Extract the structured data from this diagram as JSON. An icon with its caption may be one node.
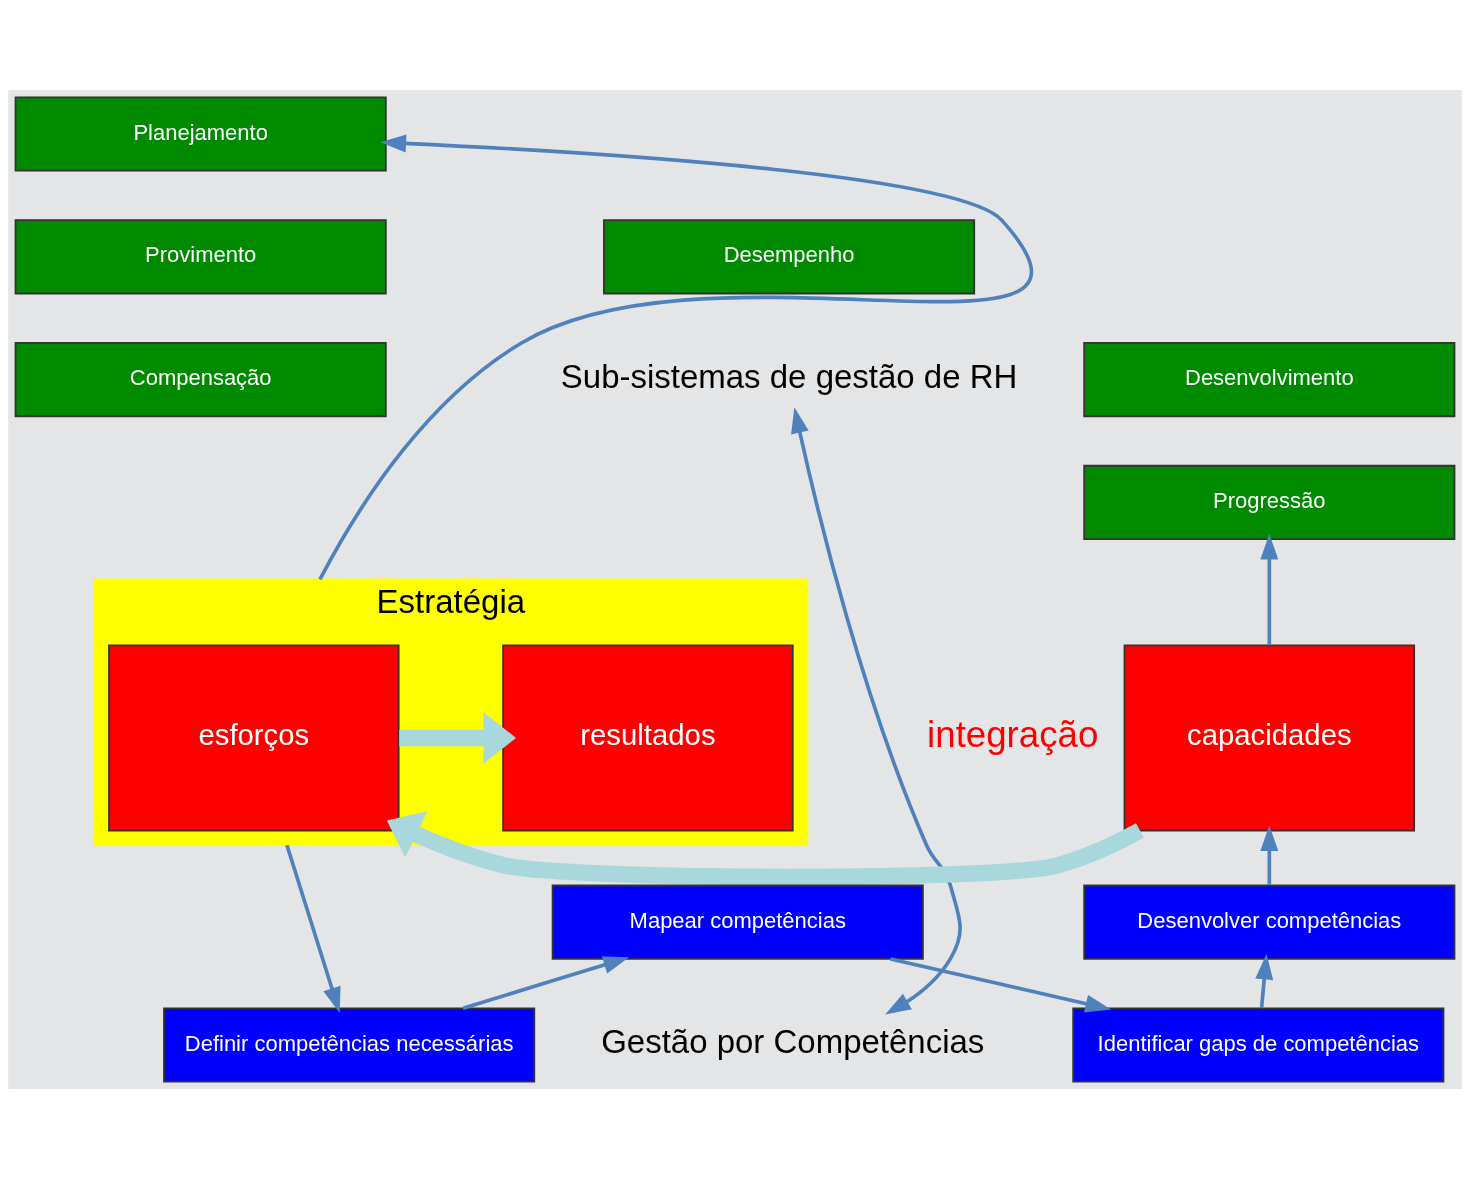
{
  "diagram": {
    "nodes": [
      {
        "text": [
          "Sub-sistemas de gestão de RH"
        ]
      },
      {
        "text": [
          "Planejamento"
        ]
      },
      {
        "text": [
          "Provimento"
        ]
      },
      {
        "text": [
          "Compensação"
        ]
      },
      {
        "text": [
          "Desempenho"
        ]
      },
      {
        "text": [
          "Desenvolvimento"
        ]
      },
      {
        "text": [
          "Progressão"
        ]
      },
      {
        "text": [
          "capacidades"
        ]
      },
      {
        "text": [
          "Estratégia"
        ]
      },
      {
        "text": [
          "esforços"
        ],
        "in": 8
      },
      {
        "text": [
          "resultados"
        ],
        "in": 8
      },
      {
        "text": [
          "Gestão por Competências"
        ]
      },
      {
        "text": [
          "Desenvolver competências"
        ]
      },
      {
        "text": [
          "Identificar gaps de competências"
        ]
      },
      {
        "text": [
          "Mapear competências"
        ]
      },
      {
        "text": [
          "Definir competências necessárias"
        ]
      }
    ],
    "edges": [
      {
        "from": 0,
        "to": 11,
        "arrow": "both",
        "label": "integração"
      },
      {
        "from": 7,
        "to": 6,
        "arrow": "to"
      },
      {
        "from": 12,
        "to": 7,
        "arrow": "to"
      },
      {
        "from": 13,
        "to": 12,
        "arrow": "to"
      },
      {
        "from": 14,
        "to": 13,
        "arrow": "to"
      },
      {
        "from": 15,
        "to": 14,
        "arrow": "to"
      },
      {
        "from": 7,
        "to": 9,
        "arrow": "to",
        "style": "thick",
        "color": "#a8d8dc"
      },
      {
        "from": 9,
        "to": 10,
        "arrow": "to",
        "style": "thick",
        "color": "#a8d8dc"
      },
      {
        "from": 8,
        "to": 1,
        "arrow": "to"
      },
      {
        "from": 8,
        "to": 15,
        "arrow": "to"
      }
    ]
  }
}
